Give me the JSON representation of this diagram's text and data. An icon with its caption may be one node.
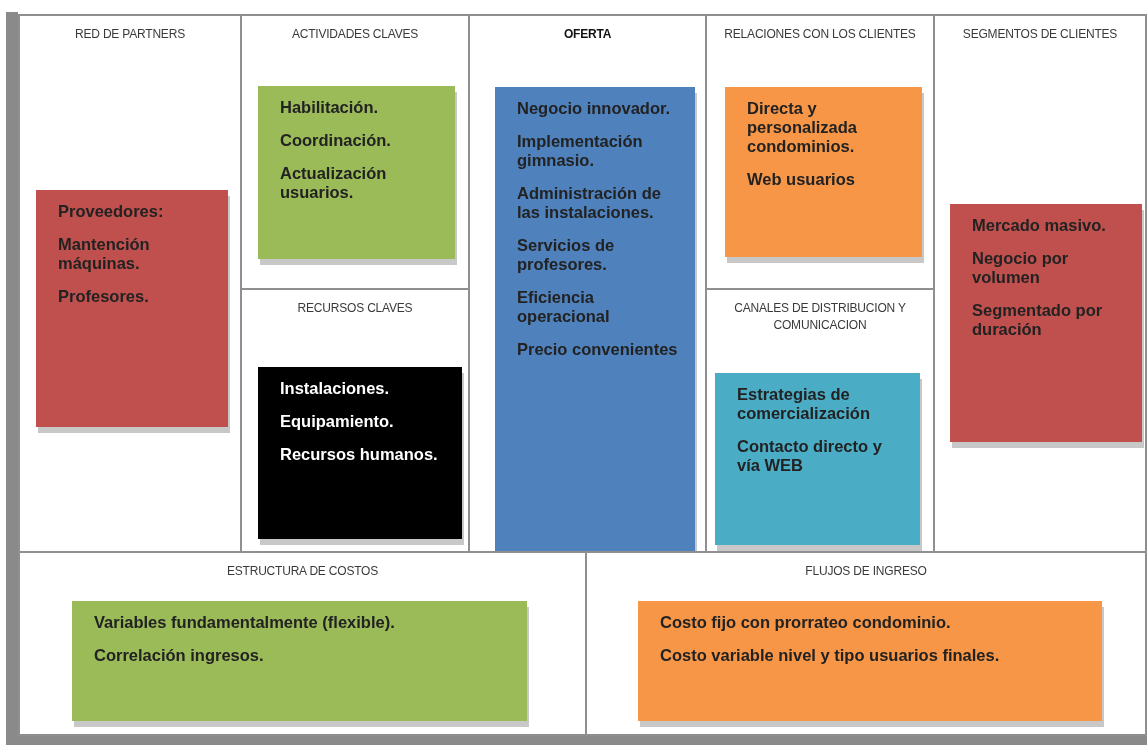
{
  "diagram": {
    "nodes": [
      {
        "text": [
          "RED DE PARTNERS"
        ]
      },
      {
        "text": [
          "Proveedores:",
          "Mantención máquinas.",
          "Profesores."
        ],
        "in": 0
      },
      {
        "text": [
          "ACTIVIDADES CLAVES"
        ]
      },
      {
        "text": [
          "Habilitación.",
          "Coordinación.",
          "Actualización usuarios."
        ],
        "in": 2
      },
      {
        "text": [
          "RECURSOS CLAVES"
        ]
      },
      {
        "text": [
          "Instalaciones.",
          "Equipamiento.",
          "Recursos humanos."
        ],
        "in": 4
      },
      {
        "text": [
          "OFERTA"
        ]
      },
      {
        "text": [
          "Negocio innovador.",
          "Implementación gimnasio.",
          "Administración de las instalaciones.",
          "Servicios de profesores.",
          "Eficiencia operacional",
          "Precio convenientes"
        ],
        "in": 6
      },
      {
        "text": [
          "RELACIONES CON LOS CLIENTES"
        ]
      },
      {
        "text": [
          "Directa y personalizada condominios.",
          "Web usuarios"
        ],
        "in": 8
      },
      {
        "text": [
          "CANALES DE DISTRIBUCION Y COMUNICACION"
        ]
      },
      {
        "text": [
          "Estrategias de comercialización",
          "Contacto directo y vía WEB"
        ],
        "in": 10
      },
      {
        "text": [
          "SEGMENTOS DE CLIENTES"
        ]
      },
      {
        "text": [
          "Mercado masivo.",
          "Negocio por volumen",
          "Segmentado por duración"
        ],
        "in": 12
      },
      {
        "text": [
          "ESTRUCTURA DE COSTOS"
        ]
      },
      {
        "text": [
          "Variables fundamentalmente (flexible).",
          "Correlación ingresos."
        ],
        "in": 14
      },
      {
        "text": [
          "FLUJOS DE INGRESO"
        ]
      },
      {
        "text": [
          "Costo fijo con prorrateo condominio.",
          "Costo variable  nivel y tipo usuarios finales."
        ],
        "in": 16
      }
    ]
  }
}
